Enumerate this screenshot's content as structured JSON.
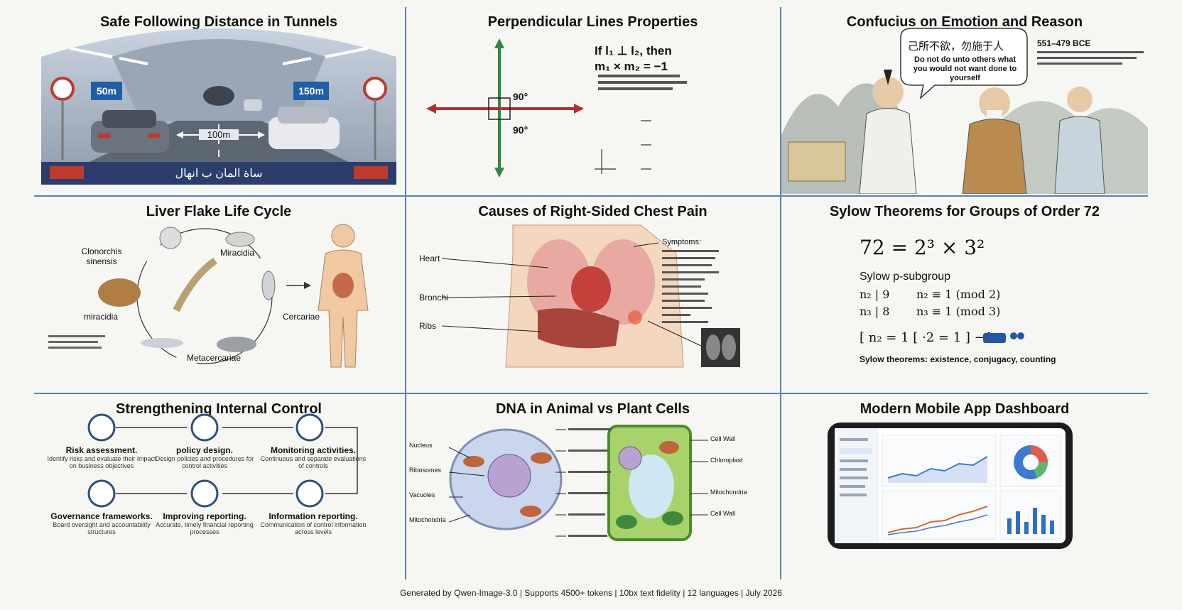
{
  "panels": {
    "tunnel": {
      "title": "Safe Following Distance in Tunnels",
      "left_sign": "50m",
      "right_sign": "150m",
      "distance": "100m",
      "banner_text": "ساة المان ب انهال"
    },
    "perpendicular": {
      "title": "Perpendicular Lines Properties",
      "formula_line1": "If l₁ ⊥ l₂, then",
      "formula_line2": "m₁ × m₂ = −1",
      "angle_top": "90°",
      "angle_bottom": "90°"
    },
    "confucius": {
      "title": "Confucius on Emotion and Reason",
      "chinese_quote": "己所不欲，勿施于人",
      "english_quote": "Do not do unto others what you would not want done to yourself",
      "date": "551–479 BCE"
    },
    "liver": {
      "title": "Liver Flake Life Cycle",
      "labels": [
        "Clonorchis sinensis",
        "Miracidia",
        "Cercariae",
        "Metacercariae",
        "miracidia"
      ]
    },
    "chest": {
      "title": "Causes of Right-Sided Chest Pain",
      "left_labels": [
        "Heart",
        "Bronchi",
        "Ribs"
      ],
      "symptoms_heading": "Symptoms:"
    },
    "sylow": {
      "title": "Sylow Theorems for Groups of Order 72",
      "factorization": "72 = 2³ × 3²",
      "subheading": "Sylow p-subgroup",
      "row1_left": "n₂ | 9",
      "row1_right": "n₂ ≡ 1 (mod 2)",
      "row2_left": "n₃ | 8",
      "row2_right": "n₃ ≡ 1 (mod 3)",
      "conclusion": "[ n₂ = 1 [ ·2 = 1 ] −1₂",
      "footer": "Sylow theorems: existence, conjugacy, counting"
    },
    "control": {
      "title": "Strengthening Internal Control",
      "steps": [
        {
          "label": "Risk assessment.",
          "desc": "Identify risks and evaluate their impact on business objectives"
        },
        {
          "label": "policy design.",
          "desc": "Design policies and procedures for control activities"
        },
        {
          "label": "Monitoring activities.",
          "desc": "Continuous and separate evaluations of controls"
        },
        {
          "label": "Governance frameworks.",
          "desc": "Board oversight and accountability structures"
        },
        {
          "label": "Improving reporting.",
          "desc": "Accurate, timely financial reporting processes"
        },
        {
          "label": "Information reporting.",
          "desc": "Communication of control information across levels"
        }
      ]
    },
    "dna": {
      "title": "DNA in Animal vs Plant Cells",
      "animal_labels": [
        "Nucleus",
        "Ribosomes",
        "Vacuoles",
        "Mitochondria"
      ],
      "plant_labels": [
        "Cell Wall",
        "Chloroplast",
        "Mitochondria",
        "Cell Wall"
      ]
    },
    "dashboard": {
      "title": "Modern Mobile App Dashboard"
    }
  },
  "footer": "Generated by Qwen-Image-3.0 | Supports 4500+ tokens | 10bx text fidelity | 12 languages | July 2026"
}
